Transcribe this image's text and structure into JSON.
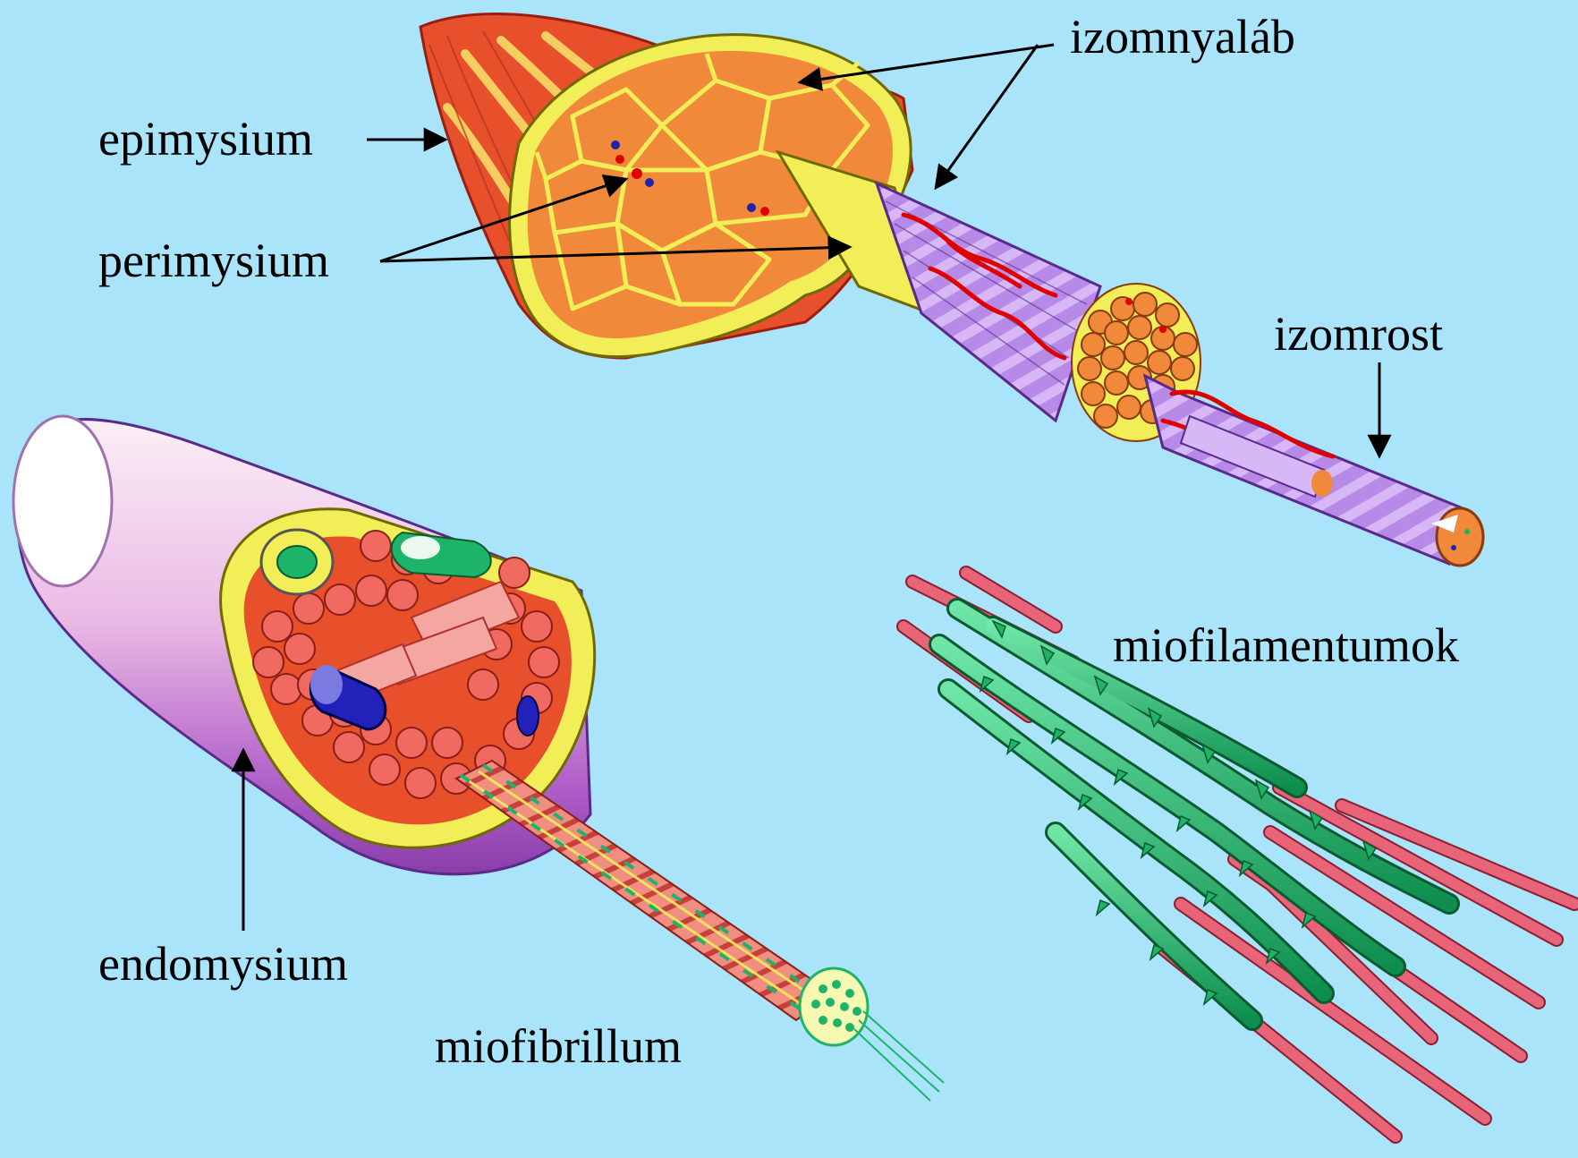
{
  "colors": {
    "background": "#A9E4FA",
    "muscle_red": "#E8502C",
    "fascicle_orange": "#F08A3A",
    "connective_yellow": "#F2EE58",
    "fiber_violet": "#B88AE8",
    "blood_vessel": "#E00000",
    "myofibril_salmon": "#F06A62",
    "actin_pink": "#E86478",
    "myosin_green": "#1DB46A",
    "arrow": "#000000"
  },
  "labels": {
    "epimysium": "epimysium",
    "perimysium": "perimysium",
    "izomnyalab": "izomnyaláb",
    "izomrost": "izomrost",
    "endomysium": "endomysium",
    "miofibrillum": "miofibrillum",
    "miofilamentumok": "miofilamentumok"
  }
}
